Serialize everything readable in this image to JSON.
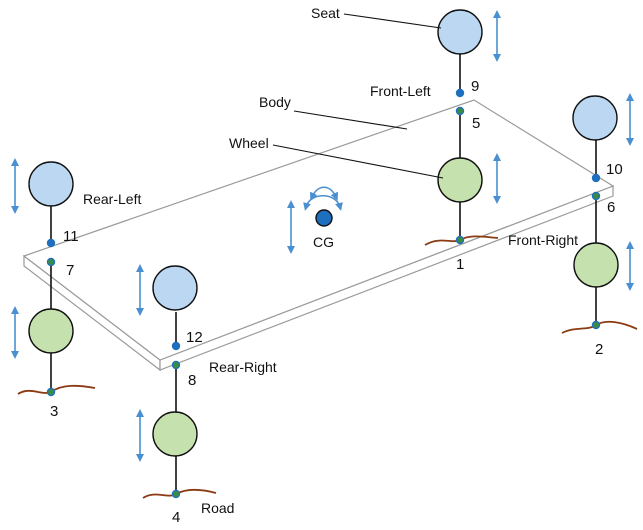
{
  "labels": {
    "seat": "Seat",
    "body": "Body",
    "wheel": "Wheel",
    "front_left": "Front-Left",
    "rear_left": "Rear-Left",
    "front_right": "Front-Right",
    "rear_right": "Rear-Right",
    "cg": "CG",
    "road": "Road"
  },
  "node_numbers": {
    "n1": "1",
    "n2": "2",
    "n3": "3",
    "n4": "4",
    "n5": "5",
    "n6": "6",
    "n7": "7",
    "n8": "8",
    "n9": "9",
    "n10": "10",
    "n11": "11",
    "n12": "12"
  },
  "colors": {
    "seat_fill": "#bcd7f1",
    "wheel_fill": "#c5e1ae",
    "node_blue": "#1f6fbf",
    "node_green": "#3a8a4a",
    "arrow": "#4a90d0",
    "road": "#8b3a12",
    "body_edge": "#9a9a9a",
    "cg_fill": "#1f6fbf"
  }
}
